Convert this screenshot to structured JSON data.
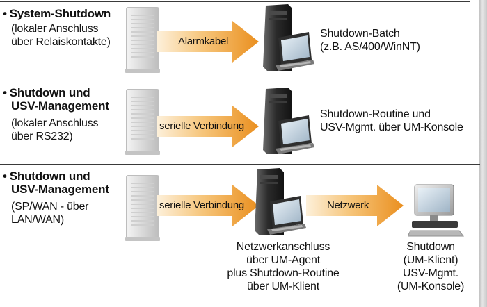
{
  "rows": [
    {
      "title_lines": [
        "System-Shutdown"
      ],
      "desc_lines": [
        "(lokaler Anschluss",
        "über Relaiskontakte)"
      ],
      "arrow_label": "Alarmkabel",
      "target_lines": [
        "Shutdown-Batch",
        "(z.B. AS/400/WinNT)"
      ]
    },
    {
      "title_lines": [
        "Shutdown und",
        "USV-Management"
      ],
      "desc_lines": [
        "(lokaler Anschluss",
        "über RS232)"
      ],
      "arrow_label": "serielle Verbindung",
      "target_lines": [
        "Shutdown-Routine und",
        "USV-Mgmt. über UM-Konsole"
      ]
    },
    {
      "title_lines": [
        "Shutdown und",
        "USV-Management"
      ],
      "desc_lines": [
        "(SP/WAN - über",
        "LAN/WAN)"
      ],
      "arrow_label": "serielle Verbindung",
      "arrow2_label": "Netzwerk",
      "server_caption_lines": [
        "Netzwerkanschluss",
        "über UM-Agent",
        "plus Shutdown-Routine",
        "über UM-Klient"
      ],
      "client_caption_lines": [
        "Shutdown",
        "(UM-Klient)",
        "USV-Mgmt.",
        "(UM-Konsole)"
      ]
    }
  ],
  "colors": {
    "arrow_light": "#fbe8c8",
    "arrow_mid": "#f4b960",
    "arrow_dark": "#e98d1d",
    "rule": "#3a3a3a",
    "text": "#111111"
  },
  "icons": [
    "ups-cabinet-icon",
    "server-with-laptop-icon",
    "desktop-computer-icon",
    "right-arrow-icon"
  ]
}
